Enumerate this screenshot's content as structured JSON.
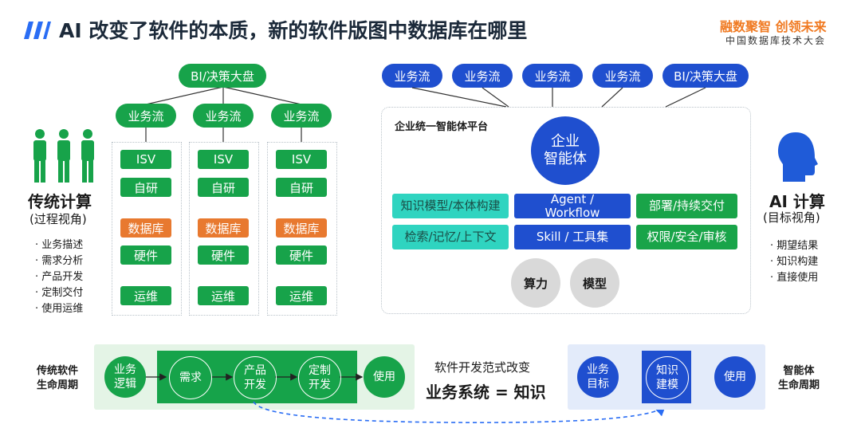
{
  "header": {
    "title": "AI 改变了软件的本质，新的软件版图中数据库在哪里",
    "brand_slogan": "融数聚智 创领未来",
    "conference": "中国数据库技术大会"
  },
  "left": {
    "top": "BI/决策大盘",
    "flows": [
      "业务流",
      "业务流",
      "业务流"
    ],
    "stack": [
      "ISV",
      "自研",
      "数据库",
      "硬件",
      "运维"
    ],
    "title": "传统计算",
    "subtitle": "(过程视角)",
    "items": [
      "业务描述",
      "需求分析",
      "产品开发",
      "定制交付",
      "使用运维"
    ]
  },
  "right": {
    "tops": [
      "业务流",
      "业务流",
      "业务流",
      "业务流",
      "BI/决策大盘"
    ],
    "platform_label": "企业统一智能体平台",
    "agent_line1": "企业",
    "agent_line2": "智能体",
    "caps": {
      "knowledge_model": "知识模型/本体构建",
      "agent_line1": "Agent /",
      "agent_line2": "Workflow",
      "deploy": "部署/持续交付",
      "retrieval": "检索/记忆/上下文",
      "skill": "Skill / 工具集",
      "permission": "权限/安全/审核"
    },
    "compute": "算力",
    "model": "模型",
    "title": "AI 计算",
    "subtitle": "(目标视角)",
    "items": [
      "期望结果",
      "知识构建",
      "直接使用"
    ]
  },
  "lifecycle": {
    "traditional_line1": "传统软件",
    "traditional_line2": "生命周期",
    "steps": [
      {
        "l1": "业务",
        "l2": "逻辑"
      },
      {
        "l1": "需求",
        "l2": ""
      },
      {
        "l1": "产品",
        "l2": "开发"
      },
      {
        "l1": "定制",
        "l2": "开发"
      },
      {
        "l1": "使用",
        "l2": ""
      }
    ],
    "paradigm": "软件开发范式改变",
    "equation": "业务系统 = 知识",
    "agent_steps": [
      {
        "l1": "业务",
        "l2": "目标"
      },
      {
        "l1": "知识",
        "l2": "建模"
      },
      {
        "l1": "使用",
        "l2": ""
      }
    ],
    "agent_line1": "智能体",
    "agent_line2": "生命周期"
  },
  "colors": {
    "green": "#17a34a",
    "blue": "#1f4fcf",
    "orange": "#e8792f",
    "teal": "#2fd4c0"
  }
}
